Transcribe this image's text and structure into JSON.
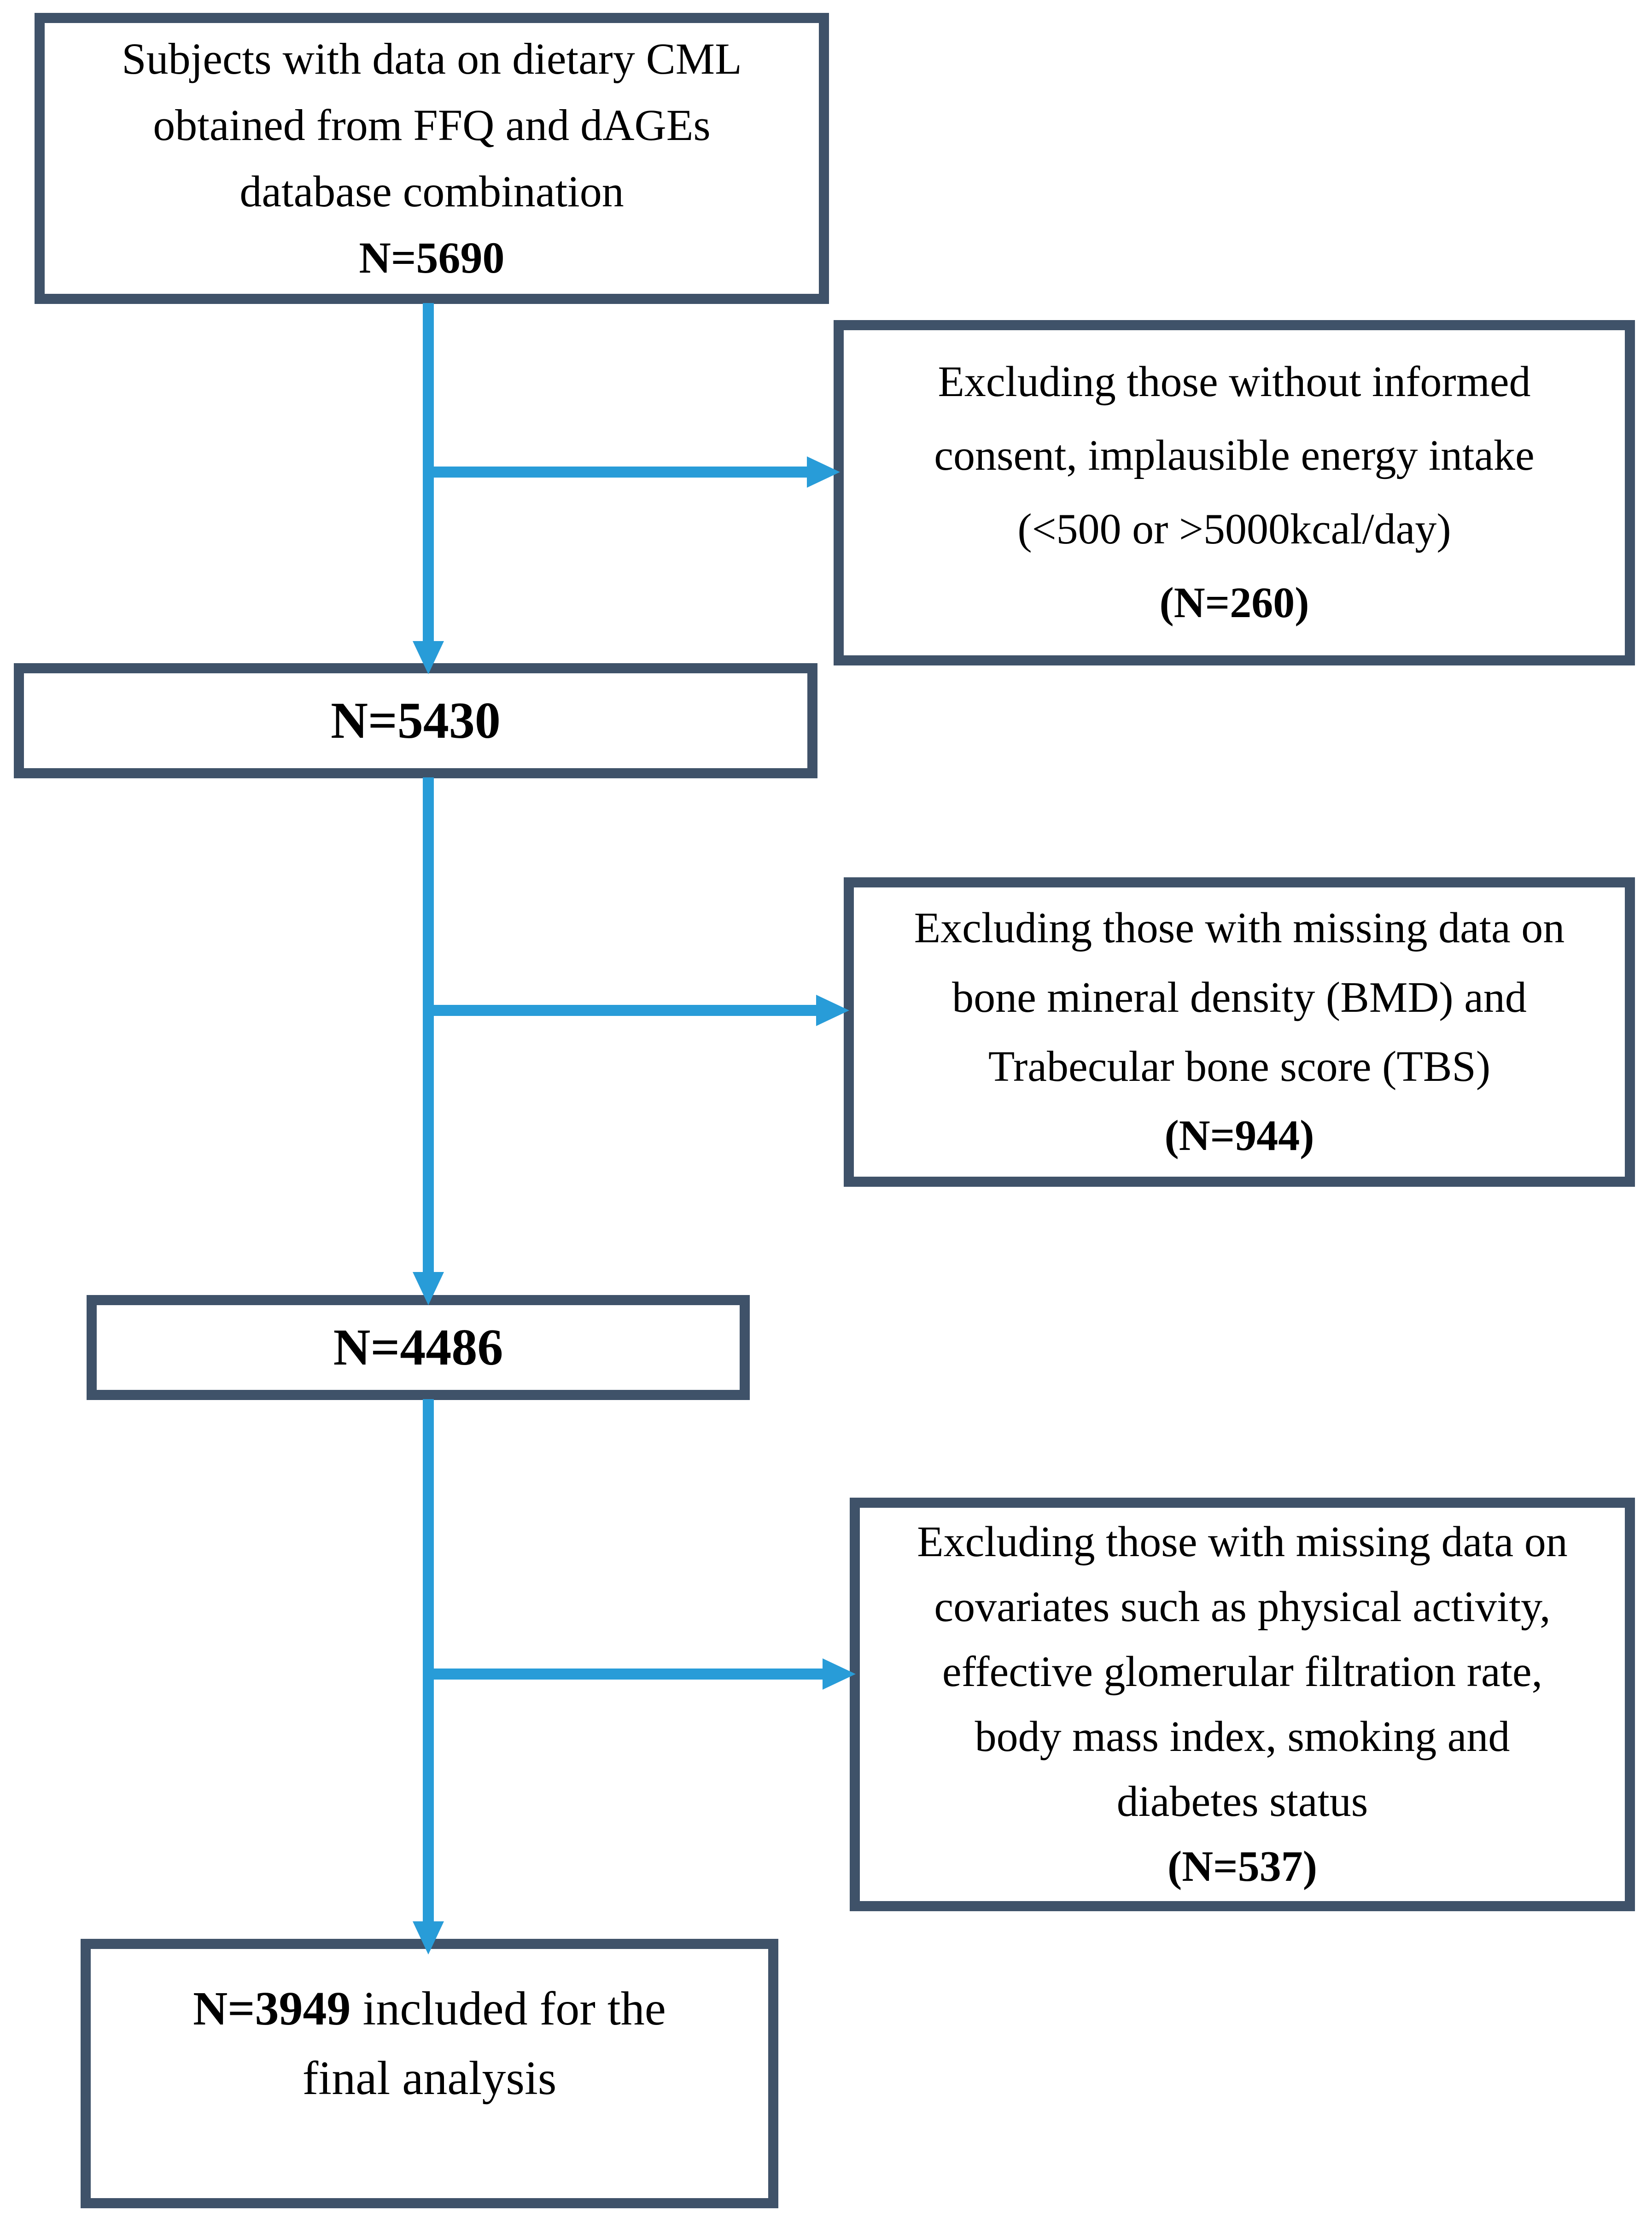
{
  "colors": {
    "border": "#3F5269",
    "arrow": "#289CD8",
    "text": "#000000",
    "background": "#FFFFFF"
  },
  "boxes": {
    "initial": {
      "lines": [
        "Subjects with data on dietary CML",
        "obtained from FFQ and dAGEs",
        "database combination"
      ],
      "n": "N=5690"
    },
    "exclusion1": {
      "lines": [
        "Excluding those without informed",
        "consent, implausible energy intake",
        "(<500 or >5000kcal/day)"
      ],
      "n": "(N=260)"
    },
    "step1": {
      "n": "N=5430"
    },
    "exclusion2": {
      "lines": [
        "Excluding those with missing data on",
        "bone mineral density (BMD) and",
        "Trabecular bone score (TBS)"
      ],
      "n": "(N=944)"
    },
    "step2": {
      "n": "N=4486"
    },
    "exclusion3": {
      "lines": [
        "Excluding those with missing data on",
        "covariates such as physical activity,",
        "effective glomerular filtration rate,",
        "body mass index, smoking and",
        "diabetes status"
      ],
      "n": "(N=537)"
    },
    "final": {
      "n": "N=3949",
      "text_after_n": " included for the",
      "line2": "final analysis"
    }
  }
}
